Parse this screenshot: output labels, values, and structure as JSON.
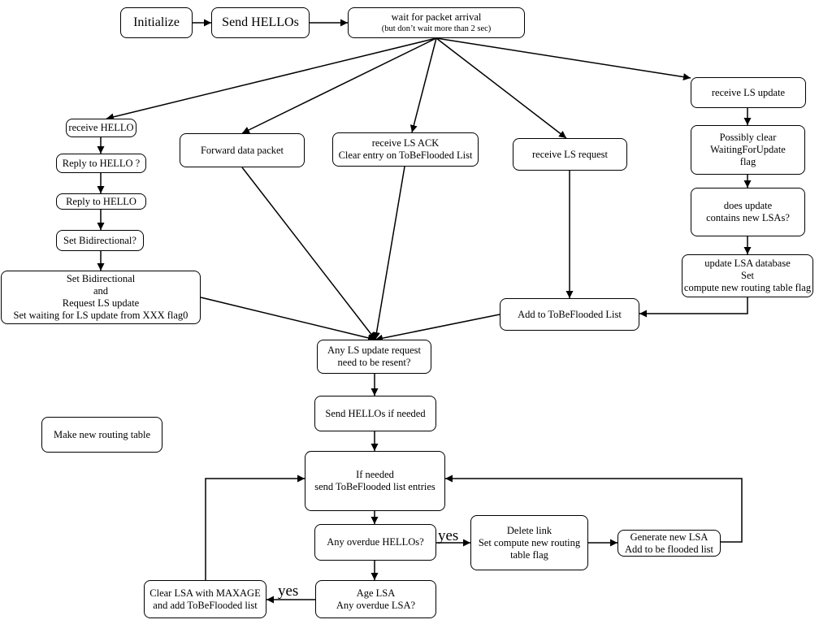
{
  "nodes": {
    "initialize": [
      "Initialize"
    ],
    "send_hellos": [
      "Send HELLOs"
    ],
    "wait_packet": [
      "wait for packet arrival",
      "(but don’t wait more than 2 sec)"
    ],
    "receive_hello": [
      "receive HELLO"
    ],
    "reply_hello_q": [
      "Reply to HELLO ?"
    ],
    "reply_hello": [
      "Reply to HELLO"
    ],
    "set_bidirectional_q": [
      "Set Bidirectional?"
    ],
    "set_bidirectional": [
      "Set Bidirectional",
      "and",
      "Request LS update",
      "Set waiting for LS update from XXX flag0"
    ],
    "forward_data": [
      "Forward data packet"
    ],
    "receive_ls_ack": [
      "receive LS ACK",
      "Clear entry on ToBeFlooded List"
    ],
    "receive_ls_request": [
      "receive LS request"
    ],
    "receive_ls_update": [
      "receive LS update"
    ],
    "clear_waiting": [
      "Possibly clear",
      "WaitingForUpdate",
      "flag"
    ],
    "new_lsas_q": [
      "does update",
      "contains new LSAs?"
    ],
    "update_lsa_db": [
      "update LSA database",
      "Set",
      "compute new routing table flag"
    ],
    "add_tobeflooded": [
      "Add to ToBeFlooded List"
    ],
    "resend_q": [
      "Any LS update request",
      "need to be resent?"
    ],
    "send_hellos_needed": [
      "Send HELLOs if needed"
    ],
    "make_routing_table": [
      "Make new routing table"
    ],
    "send_tobeflooded": [
      "If needed",
      "send ToBeFlooded list entries"
    ],
    "overdue_hellos_q": [
      "Any overdue HELLOs?"
    ],
    "delete_link": [
      "Delete link",
      "Set compute new routing",
      "table flag"
    ],
    "generate_lsa": [
      "Generate new LSA",
      "Add to be flooded list"
    ],
    "age_lsa": [
      "Age LSA",
      "Any overdue LSA?"
    ],
    "clear_lsa": [
      "Clear LSA with MAXAGE",
      "and add ToBeFlooded list"
    ]
  },
  "edge_labels": {
    "yes_overdue_hellos": "yes",
    "yes_overdue_lsa": "yes"
  },
  "edges": [
    [
      "initialize",
      "send_hellos"
    ],
    [
      "send_hellos",
      "wait_packet"
    ],
    [
      "wait_packet",
      "receive_hello"
    ],
    [
      "wait_packet",
      "forward_data"
    ],
    [
      "wait_packet",
      "receive_ls_ack"
    ],
    [
      "wait_packet",
      "receive_ls_request"
    ],
    [
      "wait_packet",
      "receive_ls_update"
    ],
    [
      "receive_hello",
      "reply_hello_q"
    ],
    [
      "reply_hello_q",
      "reply_hello"
    ],
    [
      "reply_hello",
      "set_bidirectional_q"
    ],
    [
      "set_bidirectional_q",
      "set_bidirectional"
    ],
    [
      "set_bidirectional",
      "resend_q"
    ],
    [
      "forward_data",
      "resend_q"
    ],
    [
      "receive_ls_ack",
      "resend_q"
    ],
    [
      "receive_ls_request",
      "add_tobeflooded"
    ],
    [
      "add_tobeflooded",
      "resend_q"
    ],
    [
      "receive_ls_update",
      "clear_waiting"
    ],
    [
      "clear_waiting",
      "new_lsas_q"
    ],
    [
      "new_lsas_q",
      "update_lsa_db"
    ],
    [
      "update_lsa_db",
      "add_tobeflooded"
    ],
    [
      "resend_q",
      "send_hellos_needed"
    ],
    [
      "send_hellos_needed",
      "send_tobeflooded"
    ],
    [
      "send_tobeflooded",
      "overdue_hellos_q"
    ],
    [
      "overdue_hellos_q",
      "delete_link"
    ],
    [
      "delete_link",
      "generate_lsa"
    ],
    [
      "generate_lsa",
      "send_tobeflooded"
    ],
    [
      "overdue_hellos_q",
      "age_lsa"
    ],
    [
      "age_lsa",
      "clear_lsa"
    ],
    [
      "clear_lsa",
      "send_tobeflooded"
    ]
  ]
}
